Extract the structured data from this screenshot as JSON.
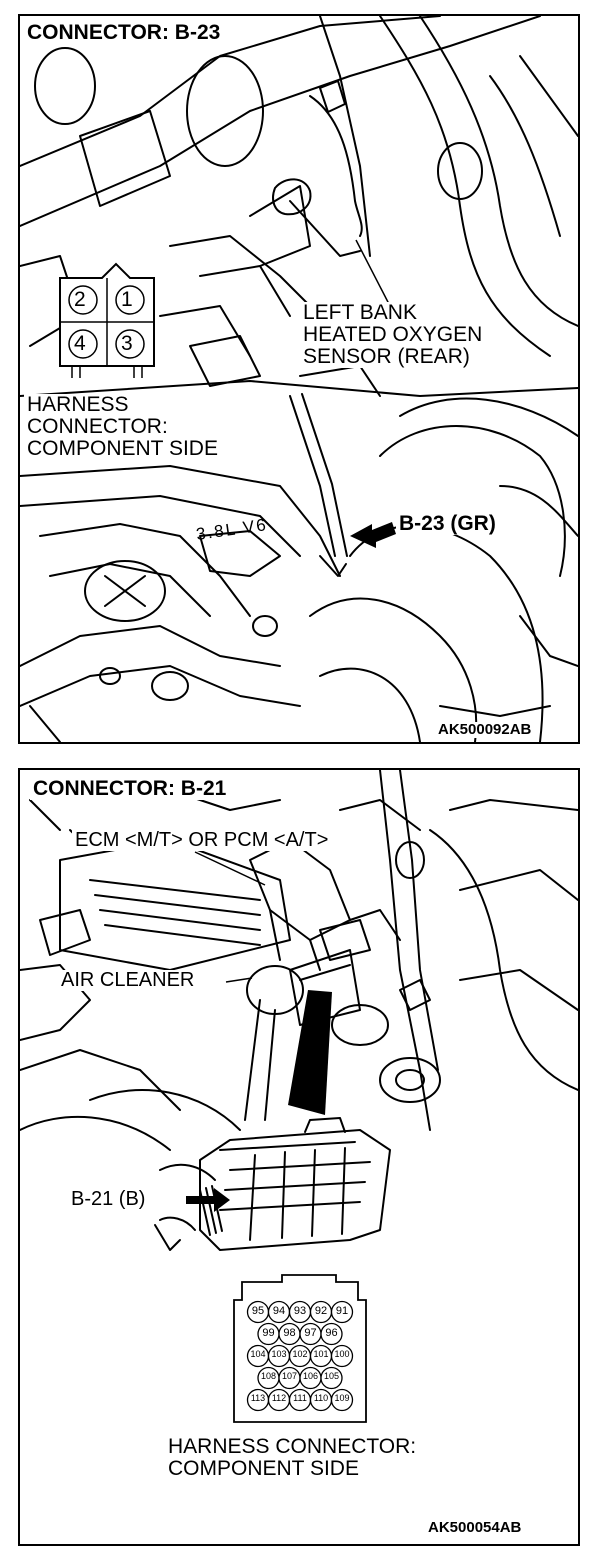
{
  "panel1": {
    "title": "CONNECTOR: B-23",
    "sensor_label": [
      "LEFT BANK",
      "HEATED OXYGEN",
      "SENSOR (REAR)"
    ],
    "pins": [
      "2",
      "1",
      "4",
      "3"
    ],
    "harness_label": [
      "HARNESS",
      "CONNECTOR:",
      "COMPONENT SIDE"
    ],
    "connector_callout": "B-23 (GR)",
    "engine_marking": "3.8L V6",
    "figure_code": "AK500092AB"
  },
  "panel2": {
    "title": "CONNECTOR: B-21",
    "ecm_label": "ECM <M/T> OR PCM <A/T>",
    "air_cleaner_label": "AIR CLEANER",
    "connector_callout": "B-21 (B)",
    "pin_rows": [
      [
        "95",
        "94",
        "93",
        "92",
        "91"
      ],
      [
        "99",
        "98",
        "97",
        "96"
      ],
      [
        "104",
        "103",
        "102",
        "101",
        "100"
      ],
      [
        "108",
        "107",
        "106",
        "105"
      ],
      [
        "113",
        "112",
        "111",
        "110",
        "109"
      ]
    ],
    "harness_label": [
      "HARNESS CONNECTOR:",
      "COMPONENT SIDE"
    ],
    "figure_code": "AK500054AB"
  }
}
